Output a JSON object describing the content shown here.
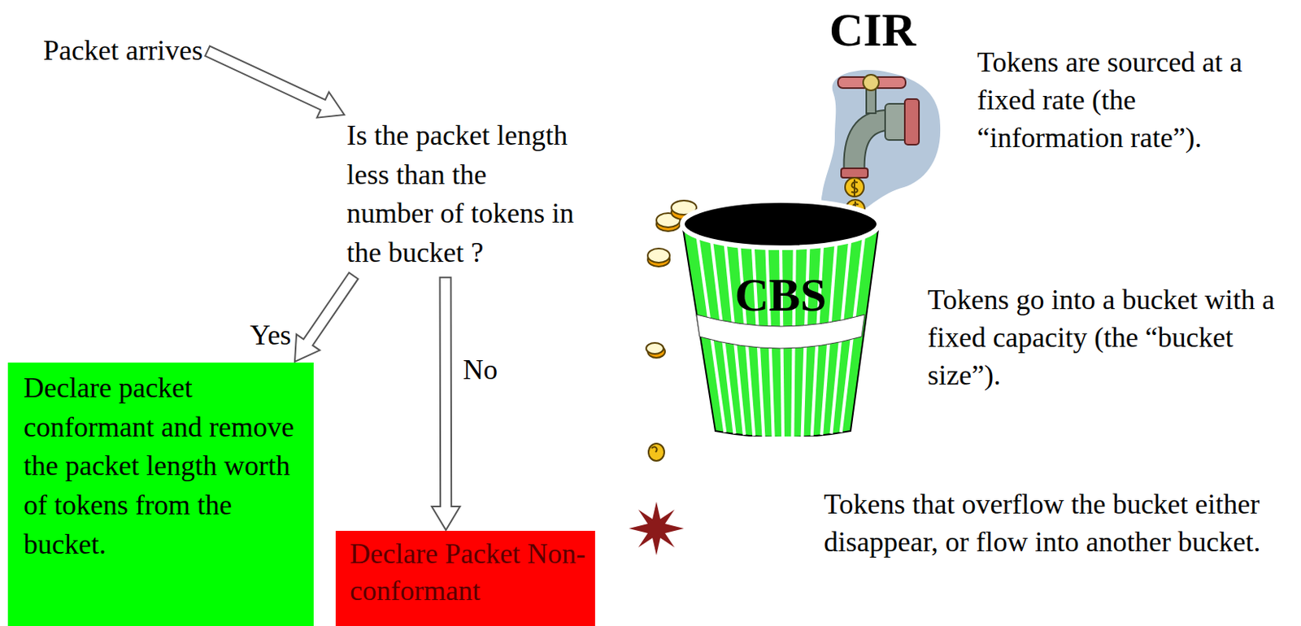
{
  "diagram": {
    "nodes": [
      {
        "text": [
          "Packet arrives"
        ]
      },
      {
        "text": [
          "Is the packet length less than the number of tokens in the bucket ?"
        ]
      },
      {
        "text": [
          "Declare packet conformant and remove the packet length worth of tokens from the bucket."
        ]
      },
      {
        "text": [
          "Declare Packet Non-conformant"
        ]
      },
      {
        "text": [
          "CBS"
        ]
      }
    ],
    "edges": [
      {
        "from": 0,
        "to": 1,
        "arrow": "to"
      },
      {
        "from": 1,
        "to": 2,
        "label": "Yes",
        "arrow": "to"
      },
      {
        "from": 1,
        "to": 3,
        "label": "No",
        "arrow": "to"
      }
    ],
    "labels": [
      "CIR",
      "Tokens are sourced at a fixed rate (the “information rate”).",
      "Tokens go into a bucket with a fixed capacity (the “bucket size”).",
      "Tokens that overflow the bucket either disappear, or flow into another bucket."
    ]
  }
}
